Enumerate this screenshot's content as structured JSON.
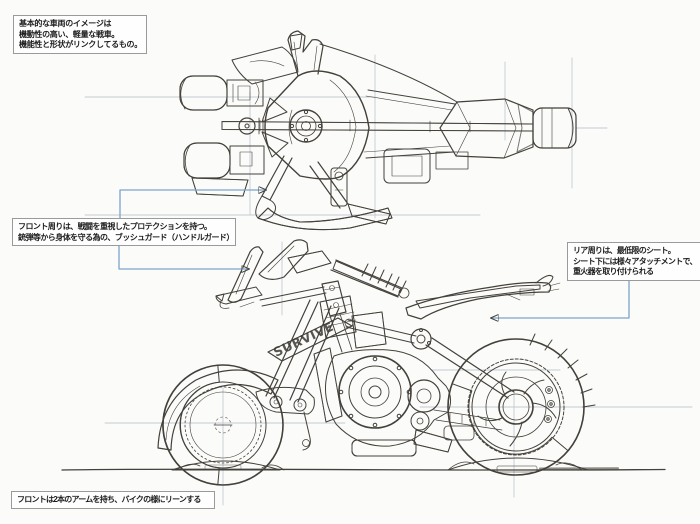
{
  "colors": {
    "paper": "#fbfbf9",
    "sketch_ink": "#44403a",
    "construction_line": "#c5cbd4",
    "leader_line": "#7da3cb",
    "callout_border": "#9a9a9a"
  },
  "callouts": {
    "overview": {
      "lines": [
        "基本的な車両のイメージは",
        "機動性の高い、軽量な戦車。",
        "機能性と形状がリンクしてるもの。"
      ]
    },
    "front": {
      "lines": [
        "フロント周りは、戦闘を重視したプロテクションを持つ。",
        "銃弾等から身体を守る為の、ブッシュガード（ハンドルガード）"
      ]
    },
    "rear": {
      "lines": [
        "リア周りは、最低限のシート。",
        "シート下には様々アタッチメントで、",
        "重火器を取り付けられる"
      ]
    },
    "lean": {
      "lines": [
        "フロントは2本のアームを持ち、バイクの様にリーンする"
      ]
    }
  },
  "sketch": {
    "tank_lettering": "SURVIVE"
  }
}
